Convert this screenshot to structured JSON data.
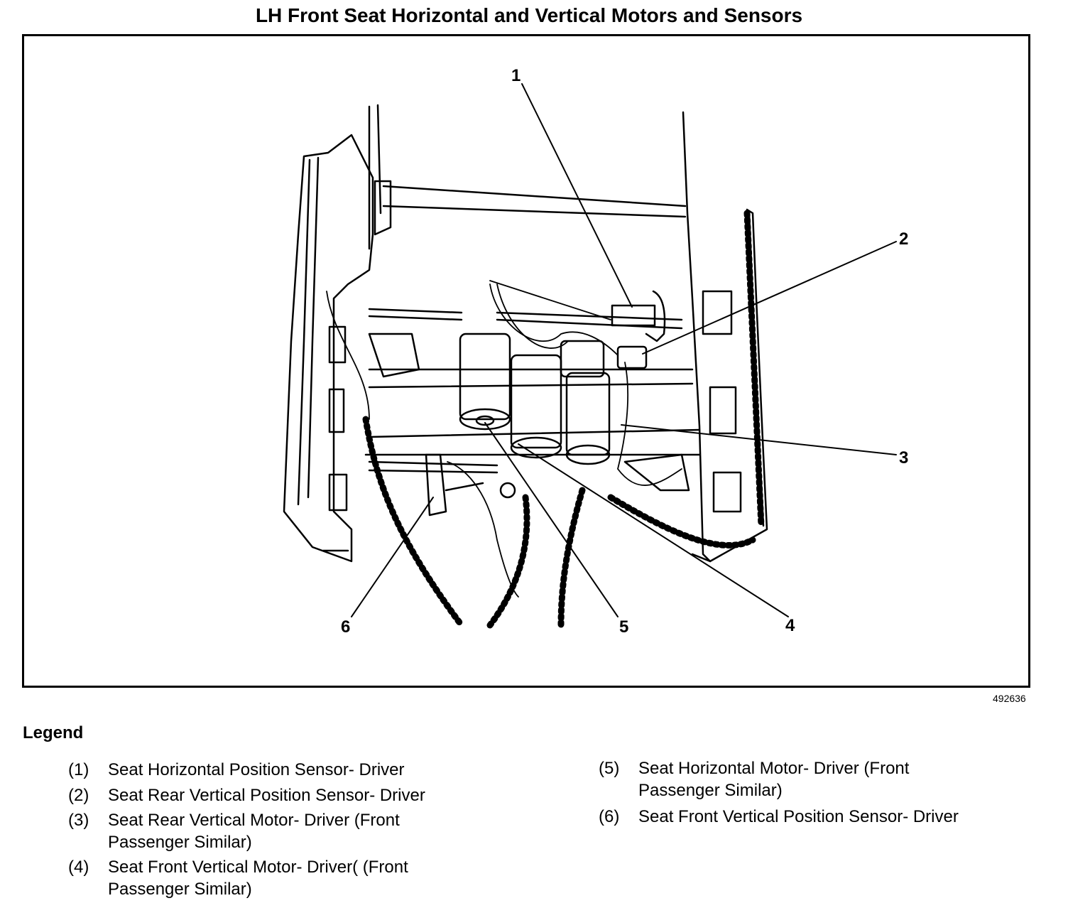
{
  "title": "LH Front Seat Horizontal and Vertical Motors and Sensors",
  "figure_id": "492636",
  "callouts": [
    "1",
    "2",
    "3",
    "4",
    "5",
    "6"
  ],
  "legend": {
    "heading": "Legend",
    "items": [
      {
        "num": "(1)",
        "text": "Seat Horizontal Position Sensor- Driver"
      },
      {
        "num": "(2)",
        "text": "Seat Rear Vertical Position Sensor- Driver"
      },
      {
        "num": "(3)",
        "text": "Seat Rear Vertical Motor- Driver (Front Passenger Similar)"
      },
      {
        "num": "(4)",
        "text": "Seat Front Vertical Motor- Driver( (Front Passenger Similar)"
      },
      {
        "num": "(5)",
        "text": "Seat Horizontal Motor- Driver (Front Passenger Similar)"
      },
      {
        "num": "(6)",
        "text": "Seat Front Vertical Position Sensor- Driver"
      }
    ]
  }
}
